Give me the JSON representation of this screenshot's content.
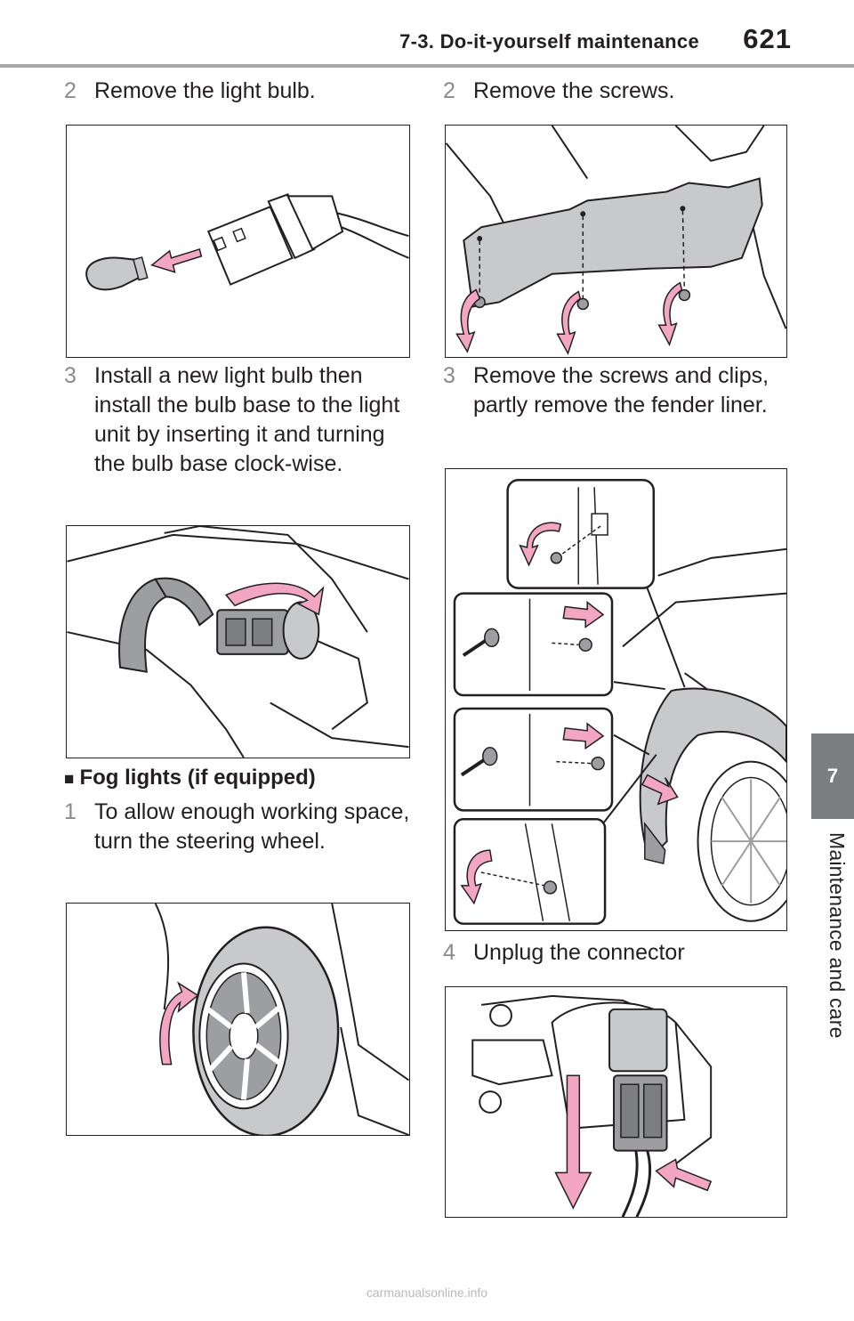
{
  "header": {
    "section_title": "7-3. Do-it-yourself maintenance",
    "page_number": "621"
  },
  "side_tab": {
    "chapter_number": "7",
    "chapter_title": "Maintenance and care"
  },
  "left_column": {
    "step_remove_bulb": {
      "number": "2",
      "text": "Remove the light bulb."
    },
    "step_install_bulb": {
      "number": "3",
      "text": "Install a new light bulb then install the bulb base to the light unit by inserting it and turning the bulb base clock-wise."
    },
    "fog_heading": {
      "marker": "■",
      "text": "Fog lights (if equipped)"
    },
    "step_turn_wheel": {
      "number": "1",
      "text": "To allow enough working space, turn the steering wheel."
    }
  },
  "right_column": {
    "step_remove_screws": {
      "number": "2",
      "text": "Remove the screws."
    },
    "step_fender_liner": {
      "number": "3",
      "text": "Remove the screws and clips, partly remove the fender liner."
    },
    "step_unplug": {
      "number": "4",
      "text": "Unplug the connector"
    }
  },
  "footer": {
    "watermark": "carmanualsonline.info"
  },
  "colors": {
    "arrow_pink": "#f2a6c1",
    "part_gray": "#c8c9cb",
    "line": "#231f20",
    "tab_gray": "#7c7d80"
  }
}
